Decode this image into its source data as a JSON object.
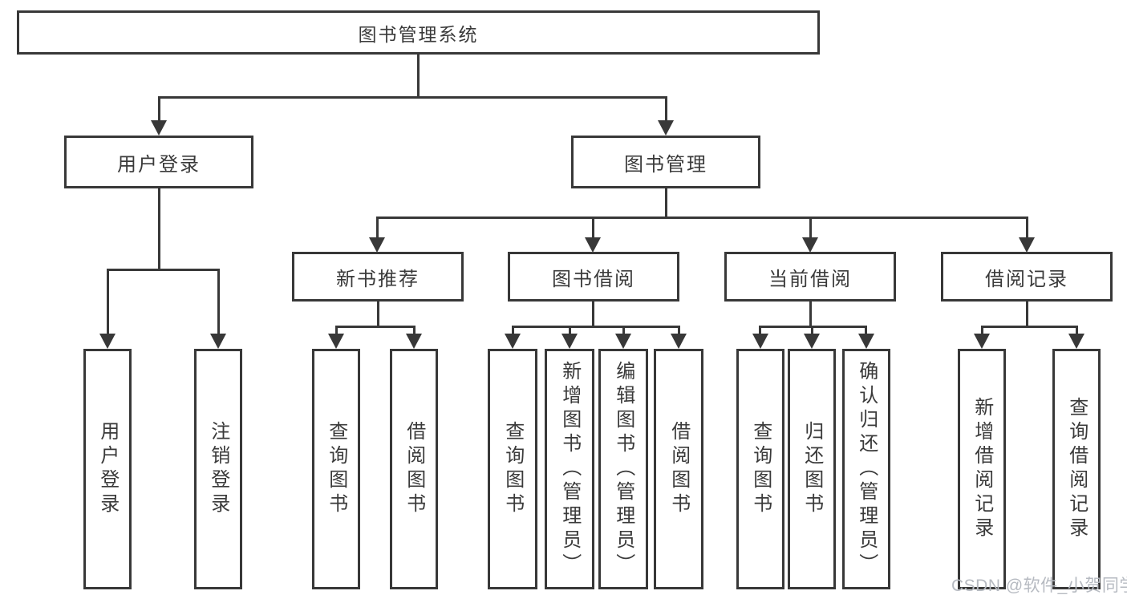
{
  "tree": {
    "root": {
      "label": "图书管理系统"
    },
    "branches": [
      {
        "label": "用户登录",
        "children": [
          {
            "label": "用户登录"
          },
          {
            "label": "注销登录"
          }
        ]
      },
      {
        "label": "图书管理",
        "sections": [
          {
            "label": "新书推荐",
            "children": [
              {
                "label": "查询图书"
              },
              {
                "label": "借阅图书"
              }
            ]
          },
          {
            "label": "图书借阅",
            "children": [
              {
                "label": "查询图书"
              },
              {
                "label": "新增图书（管理员）"
              },
              {
                "label": "编辑图书（管理员）"
              },
              {
                "label": "借阅图书"
              }
            ]
          },
          {
            "label": "当前借阅",
            "children": [
              {
                "label": "查询图书"
              },
              {
                "label": "归还图书"
              },
              {
                "label": "确认归还（管理员）"
              }
            ]
          },
          {
            "label": "借阅记录",
            "children": [
              {
                "label": "新增借阅记录"
              },
              {
                "label": "查询借阅记录"
              }
            ]
          }
        ]
      }
    ]
  },
  "watermark": {
    "text": "CSDN @软件_小贺同学"
  },
  "colors": {
    "line": "#383838",
    "text": "#3a3a3a",
    "watermark": "#b6bac1"
  }
}
